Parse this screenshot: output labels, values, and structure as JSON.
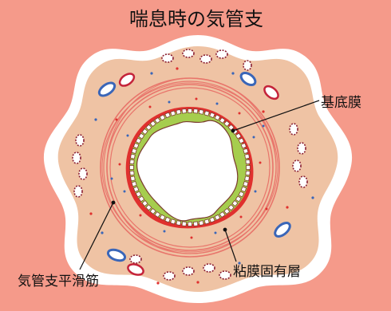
{
  "title": "喘息時の気管支",
  "labels": {
    "basement_membrane": "基底膜",
    "bronchial_smooth_muscle": "気管支平滑筋",
    "lamina_propria": "粘膜固有層"
  },
  "colors": {
    "background": "#f59a8a",
    "outer_tissue": "#ffffff",
    "submucosa": "#efc3a4",
    "smooth_muscle": "#e8756b",
    "basement_membrane": "#e0302e",
    "epithelium": "#a6cd4e",
    "lumen": "#ffffff",
    "blood_vessel": "#3a66b8",
    "gland": "#8a1f33"
  }
}
